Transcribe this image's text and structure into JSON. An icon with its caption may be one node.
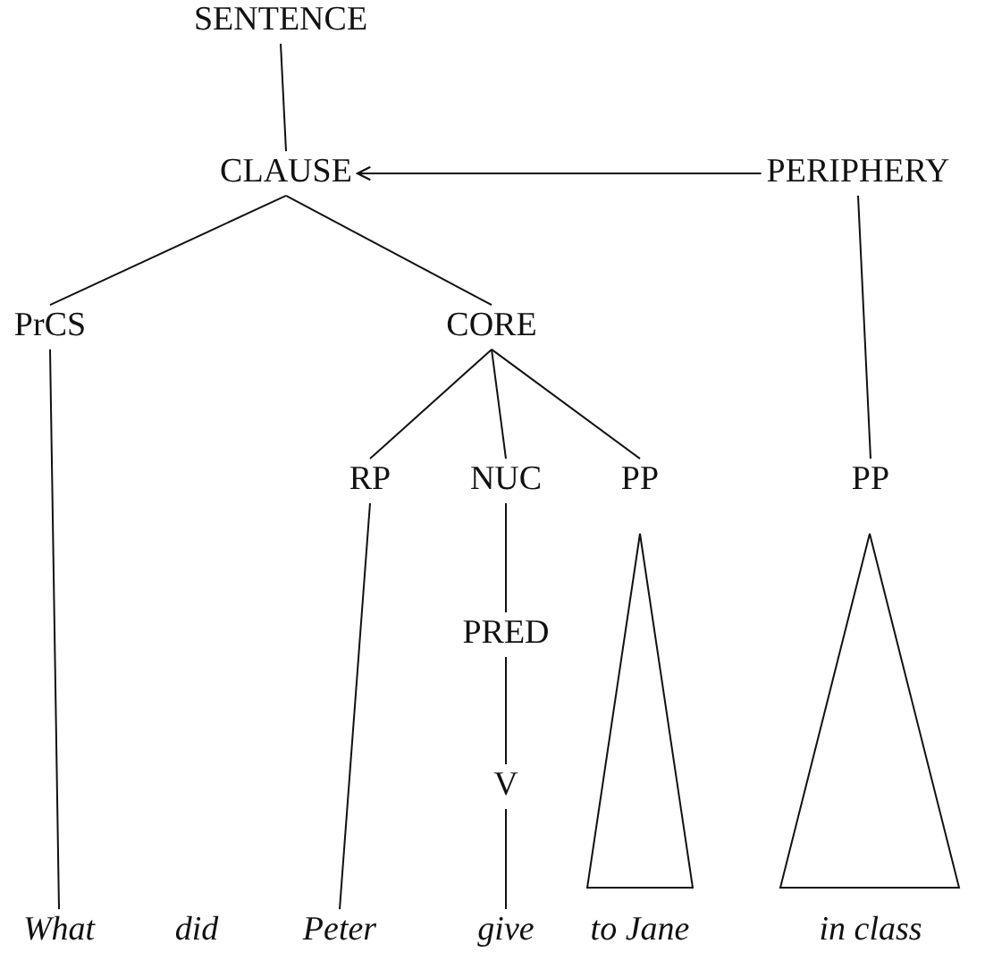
{
  "diagram": {
    "nodes": [
      {
        "text": [
          "SENTENCE"
        ]
      },
      {
        "text": [
          "CLAUSE"
        ]
      },
      {
        "text": [
          "PERIPHERY"
        ]
      },
      {
        "text": [
          "PrCS"
        ]
      },
      {
        "text": [
          "CORE"
        ]
      },
      {
        "text": [
          "RP"
        ]
      },
      {
        "text": [
          "NUC"
        ]
      },
      {
        "text": [
          "PP"
        ]
      },
      {
        "text": [
          "PP"
        ]
      },
      {
        "text": [
          "PRED"
        ]
      },
      {
        "text": [
          "V"
        ]
      },
      {
        "text": [
          "What"
        ]
      },
      {
        "text": [
          "did"
        ]
      },
      {
        "text": [
          "Peter"
        ]
      },
      {
        "text": [
          "give"
        ]
      },
      {
        "text": [
          "to Jane"
        ]
      },
      {
        "text": [
          "in class"
        ]
      },
      {
        "text": [],
        "shape": "triangle"
      },
      {
        "text": [],
        "shape": "triangle"
      }
    ],
    "edges": [
      {
        "from": 0,
        "to": 1,
        "arrow": "none"
      },
      {
        "from": 2,
        "to": 1,
        "arrow": "to"
      },
      {
        "from": 1,
        "to": 3,
        "arrow": "none"
      },
      {
        "from": 1,
        "to": 4,
        "arrow": "none"
      },
      {
        "from": 2,
        "to": 8,
        "arrow": "none"
      },
      {
        "from": 3,
        "to": 11,
        "arrow": "none"
      },
      {
        "from": 4,
        "to": 5,
        "arrow": "none"
      },
      {
        "from": 4,
        "to": 6,
        "arrow": "none"
      },
      {
        "from": 4,
        "to": 7,
        "arrow": "none"
      },
      {
        "from": 5,
        "to": 13,
        "arrow": "none"
      },
      {
        "from": 6,
        "to": 9,
        "arrow": "none"
      },
      {
        "from": 9,
        "to": 10,
        "arrow": "none"
      },
      {
        "from": 10,
        "to": 14,
        "arrow": "none"
      }
    ]
  }
}
